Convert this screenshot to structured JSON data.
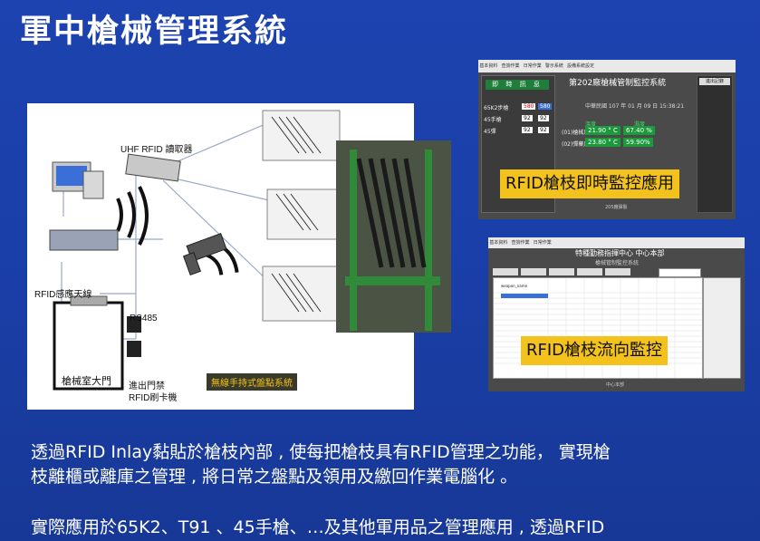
{
  "slide": {
    "title": "軍中槍械管理系統"
  },
  "diagram": {
    "labels": {
      "reader": "UHF RFID 讀取器",
      "antenna": "RFID感應天線",
      "rs485": "RS485",
      "gate": "槍械室大門",
      "access": "進出門禁",
      "card": "RFID刷卡機",
      "handheld": "無線手持式盤點系統"
    }
  },
  "screen1": {
    "header": "即 時 訊 息",
    "system_title": "第202廠槍械管制監控系統",
    "datetime": "中華民國 107 年 01 月 09 日 15:38:21",
    "rows": [
      {
        "label": "65K2步槍",
        "a": "580",
        "b": "580"
      },
      {
        "label": "45手槍",
        "a": "92",
        "b": "92"
      },
      {
        "label": "45彈",
        "a": "92",
        "b": "92"
      }
    ],
    "temp_label": "溫度",
    "hum_label": "濕度",
    "env": [
      {
        "label": "(01)槍械庫",
        "temp": "21.90 ° C",
        "hum": "67.40 %"
      },
      {
        "label": "(02)彈藥庫",
        "temp": "23.80 ° C",
        "hum": "59.90%"
      }
    ],
    "side_button": "進出記錄",
    "footer": "205廠彈製",
    "callout": "RFID槍枝即時監控應用"
  },
  "screen2": {
    "title1": "特種勤務指揮中心  中心本部",
    "title2": "槍械管制監控系統",
    "column_header": "weapon_name",
    "footer": "中心本部",
    "callout": "RFID槍枝流向監控"
  },
  "body_text": {
    "line1": "透過RFID Inlay黏貼於槍枝內部 , 使每把槍枝具有RFID管理之功能， 實現槍",
    "line2": "枝離櫃或離庫之管理 , 將日常之盤點及領用及繳回作業電腦化 。",
    "line3": "實際應用於65K2、T91 、45手槍、…及其他軍用品之管理應用 , 透過RFID"
  },
  "colors": {
    "background": "#1a3fa8",
    "callout": "#f3c21c",
    "monitor_green": "#1a9a3a"
  }
}
